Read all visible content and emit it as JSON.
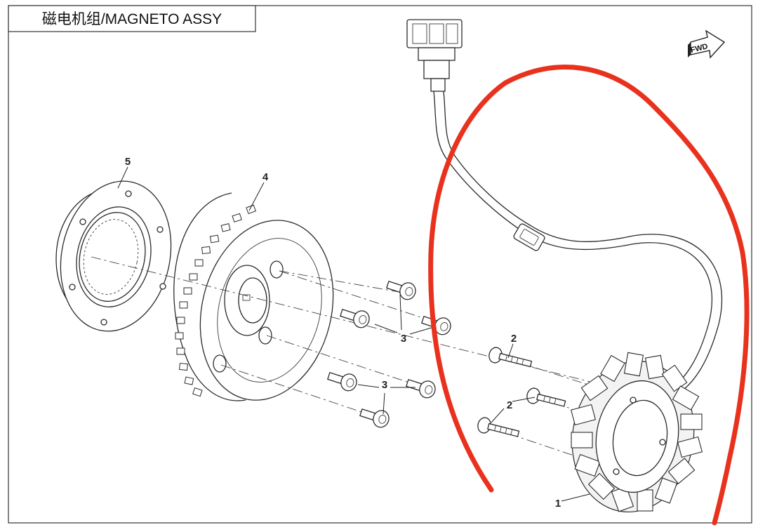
{
  "diagram": {
    "title": "磁电机组/MAGNETO ASSY",
    "direction_label": "FWD",
    "part_numbers": {
      "stator": "1",
      "stator_bolts_upper": "2",
      "stator_bolts_lower": "2",
      "flywheel_bolts_upper": "3",
      "flywheel_bolts_lower": "3",
      "flywheel": "4",
      "starter_clutch": "5"
    },
    "colors": {
      "line": "#2a2a2a",
      "annotation": "#e8321e",
      "background": "#ffffff"
    }
  }
}
